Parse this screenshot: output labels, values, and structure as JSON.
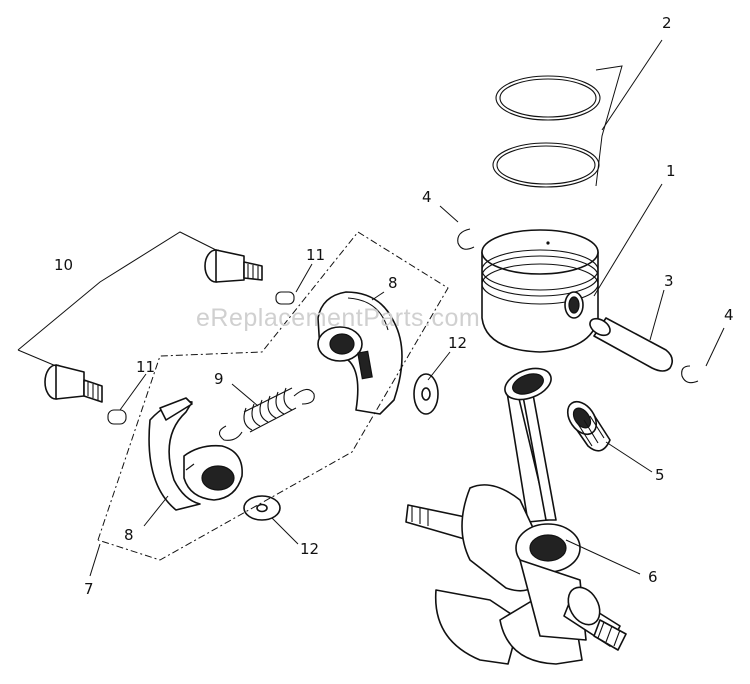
{
  "watermark": "eReplacementParts.com",
  "callouts": {
    "c1": "1",
    "c2": "2",
    "c3": "3",
    "c4a": "4",
    "c4b": "4",
    "c5": "5",
    "c6": "6",
    "c7": "7",
    "c8a": "8",
    "c8b": "8",
    "c9": "9",
    "c10": "10",
    "c11a": "11",
    "c11b": "11",
    "c12a": "12",
    "c12b": "12"
  },
  "parts": [
    {
      "ref": "1",
      "depicts": "piston"
    },
    {
      "ref": "2",
      "depicts": "piston rings"
    },
    {
      "ref": "3",
      "depicts": "piston pin"
    },
    {
      "ref": "4",
      "depicts": "retaining clips"
    },
    {
      "ref": "5",
      "depicts": "needle bearing"
    },
    {
      "ref": "6",
      "depicts": "crankshaft"
    },
    {
      "ref": "7",
      "depicts": "clutch assembly"
    },
    {
      "ref": "8",
      "depicts": "clutch shoes"
    },
    {
      "ref": "9",
      "depicts": "clutch spring"
    },
    {
      "ref": "10",
      "depicts": "shoulder bolts"
    },
    {
      "ref": "11",
      "depicts": "spring washers"
    },
    {
      "ref": "12",
      "depicts": "flat washers"
    }
  ]
}
